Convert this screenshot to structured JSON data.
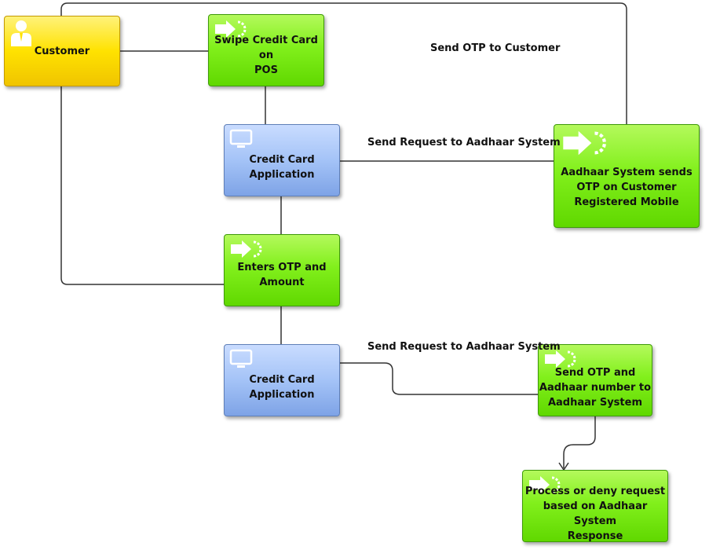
{
  "nodes": {
    "customer": "Customer",
    "swipe": "Swipe Credit Card on\nPOS",
    "app1": "Credit Card\nApplication",
    "aadhaar": "Aadhaar System  sends\nOTP on Customer\nRegistered Mobile",
    "enters": "Enters OTP and\nAmount",
    "app2": "Credit Card\nApplication",
    "sendotp": "Send OTP and\nAadhaar number to\nAadhaar System",
    "process": "Process or deny request\nbased on Aadhaar System\nResponse"
  },
  "edge_labels": {
    "otp_to_customer": "Send OTP to Customer",
    "request1": "Send Request to Aadhaar System",
    "request2": "Send Request to Aadhaar System"
  },
  "icons": {
    "actor": "person-icon",
    "process": "process-arrow-icon",
    "application": "monitor-icon"
  },
  "colors": {
    "process_green": "#82f01c",
    "application_blue": "#a4c3f7",
    "actor_yellow": "#ffe200",
    "connector": "#333333"
  }
}
